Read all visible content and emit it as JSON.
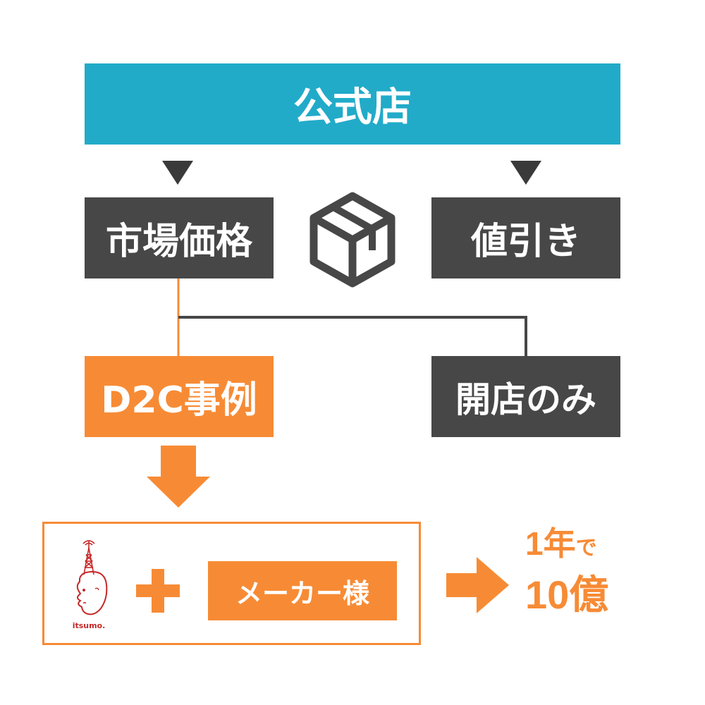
{
  "top": {
    "label": "公式店"
  },
  "branches": {
    "market_price": "市場価格",
    "discount": "値引き",
    "d2c": "D2C事例",
    "store_only": "開店のみ"
  },
  "result": {
    "maker_label": "メーカー様",
    "logo_text": "itsumo.",
    "outcome_line1_num": "1年",
    "outcome_line1_suffix": "で",
    "outcome_line2": "10億"
  },
  "colors": {
    "top_bar": "#21abc9",
    "dark_box": "#474747",
    "accent_orange": "#f78b35",
    "logo_red": "#c62828"
  },
  "icons": [
    "down-triangle-icon",
    "package-box-icon",
    "down-arrow-icon",
    "plus-icon",
    "right-arrow-icon",
    "logo-face-icon"
  ]
}
